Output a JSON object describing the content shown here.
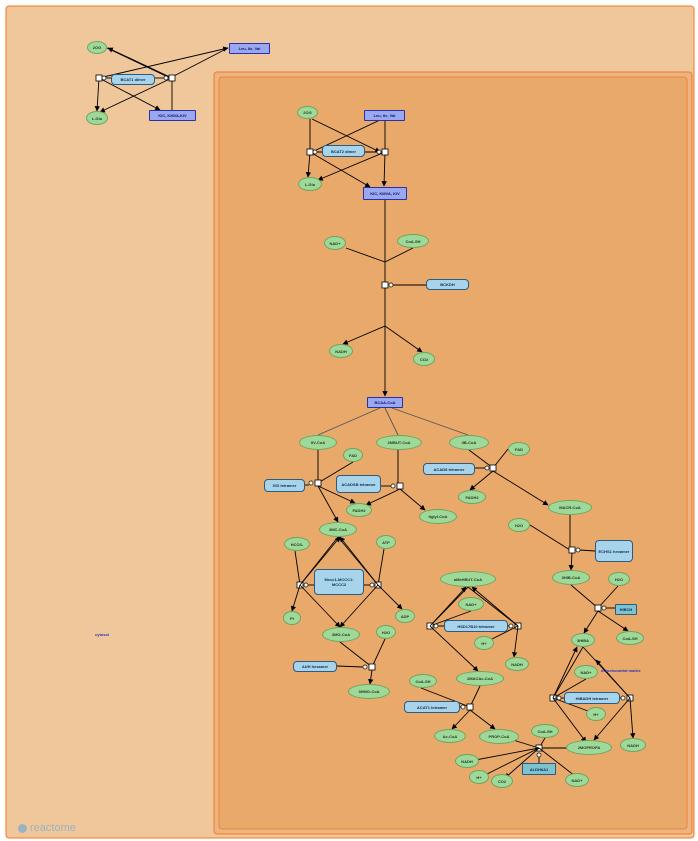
{
  "compartments": {
    "cytosol_label": "cytosol",
    "matrix_label": "mitochondrial matrix"
  },
  "nodes": {
    "c_2og": "2OG",
    "c_leu": "Leu, Ile, Val",
    "c_bcat1": "BCAT1 dimer",
    "c_lglu": "L-Glu",
    "c_kic": "KIC, KMVA,KIV",
    "m_2og": "2OG",
    "m_leu": "Leu, Ile, Val",
    "m_bcat2": "BCAT2 dimer",
    "m_lglu": "L-Glu",
    "m_kic": "KIC, KMVA, KIV",
    "nad_1": "NAD+",
    "coash_1": "CoA-SH",
    "bckdh": "BCKDH",
    "nadh_1": "NADH",
    "co2_1": "CO2",
    "bcaa_coa": "BCAA-CoA",
    "iv_coa": "IIV-CoA",
    "fad_1": "FAD",
    "2mbut_coa": "2MBUT-CoA",
    "ib_coa": "IIB-CoA",
    "fad_2": "FAD",
    "ivd": "IVD tetramer",
    "acadsb": "ACADSB tetramer",
    "acad8": "ACAD8 tetramer",
    "fadh2_1": "FADH2",
    "tiglyl": "tiglyl-CoA",
    "fadh2_2": "FADH2",
    "macr": "MACR-CoA",
    "h2o_1": "H2O",
    "ech": "ECHS1 hexamer",
    "3mc_coa": "3MC-CoA",
    "hco3": "HCO3-",
    "atp": "ATP",
    "mcc": "Mccc1-MCCC1: MCCC2",
    "3hib_coa": "3HIB-CoA",
    "h2o_2": "H2O",
    "hibch": "HIBCH",
    "mhbut": "aMeHBUT-CoA",
    "nad_2": "NAD+",
    "hsd17": "HSD17B10 tetramer",
    "hplus_1": "H+",
    "pi": "Pi",
    "3mg_coa": "3MG-CoA",
    "adp": "ADP",
    "h2o_3": "H2O",
    "nadh_2": "NADH",
    "auh": "AUH hexamer",
    "3hmg": "3HMG-CoA",
    "coash_2": "CoA-SH",
    "2meacac": "2MACAc-CoA",
    "3hiba": "3HIBA",
    "coash_3": "CoA-SH",
    "nad_3": "NAD+",
    "hibadh": "HIBADH tetramer",
    "hplus_2": "H+",
    "acat1": "ACAT1 tetramer",
    "accoa": "Ac-CoA",
    "propcoa": "PROP-CoA",
    "coash_4": "CoA-SH",
    "2mopropa": "2MOPROPA",
    "nadh_3": "NADH",
    "aldh": "ALDH6A1",
    "nadh_4": "NADH",
    "hplus_3": "H+",
    "co2_2": "CO2",
    "nad_4": "NAD+"
  },
  "branding": {
    "logo_text": "reactome"
  },
  "colors": {
    "background_outer": "#f0c79b",
    "compartment_outer_border": "#f07a2a",
    "compartment_inner_fill": "#e8a96a",
    "molecule_fill": "#9fd99a",
    "complex_fill": "#a7d4ea",
    "set_fill": "#9aa8f0"
  }
}
